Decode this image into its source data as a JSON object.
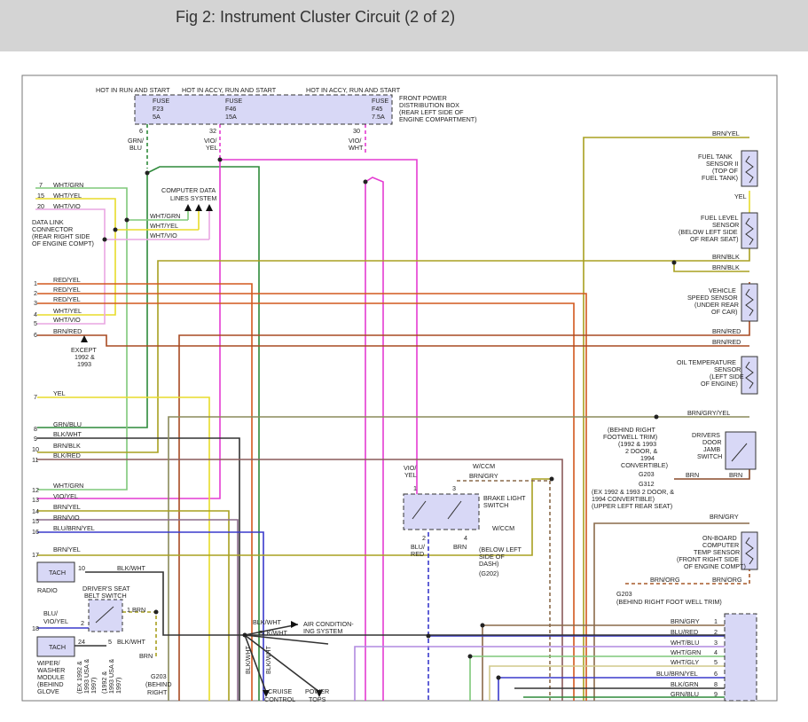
{
  "title": "Fig 2: Instrument Cluster Circuit (2 of 2)",
  "colors": {
    "fuse_fill": "#d8d8f6",
    "component_fill": "#d8d8f6",
    "header_bg": "#d4d4d4",
    "orange": "#d2581e",
    "red": "#cc2a1e",
    "pink": "#e43cd2",
    "green": "#2e8a3a",
    "light_green": "#7fc87a",
    "yellow": "#e8dc2a",
    "olive": "#a8a020",
    "brown": "#8a4a2a",
    "blue": "#3a3acc",
    "violet": "#b08ae0",
    "gray": "#9a9a9a",
    "dark": "#333333"
  },
  "top_labels": {
    "hot_run_start": "HOT IN RUN AND START",
    "hot_accy_1": "HOT IN ACCY, RUN AND START",
    "hot_accy_2": "HOT IN ACCY, RUN AND START"
  },
  "fuses": [
    {
      "name": "FUSE",
      "id": "F23",
      "amps": "5A",
      "pin": "6",
      "wire": "GRN/\nBLU"
    },
    {
      "name": "FUSE",
      "id": "F46",
      "amps": "15A",
      "pin": "32",
      "wire": "VIO/\nYEL"
    },
    {
      "name": "FUSE",
      "id": "F45",
      "amps": "7.5A",
      "pin": "30",
      "wire": "VIO/\nWHT"
    }
  ],
  "fuse_wire_labels": {
    "f23_a": "GRN/",
    "f23_b": "BLU",
    "f46_a": "VIO/",
    "f46_b": "YEL",
    "f45_a": "VIO/",
    "f45_b": "WHT"
  },
  "power_box": [
    "FRONT POWER",
    "DISTRIBUTION BOX",
    "(REAR LEFT SIDE OF",
    "ENGINE COMPARTMENT)"
  ],
  "computer_data": [
    "COMPUTER DATA",
    "LINES SYSTEM"
  ],
  "dlc": {
    "pins": [
      {
        "num": "7",
        "wire": "WHT/GRN"
      },
      {
        "num": "15",
        "wire": "WHT/YEL"
      },
      {
        "num": "20",
        "wire": "WHT/VIO"
      }
    ],
    "label": [
      "DATA LINK",
      "CONNECTOR",
      "(REAR RIGHT SIDE",
      "OF ENGINE COMPT)"
    ],
    "data_wires": [
      "WHT/GRN",
      "WHT/YEL",
      "WHT/VIO"
    ]
  },
  "left_pins": [
    {
      "num": "1",
      "wire": "RED/YEL"
    },
    {
      "num": "2",
      "wire": "RED/YEL"
    },
    {
      "num": "3",
      "wire": "RED/YEL"
    },
    {
      "num": "4",
      "wire": "WHT/YEL"
    },
    {
      "num": "5",
      "wire": "WHT/VIO"
    },
    {
      "num": "6",
      "wire": "BRN/RED"
    },
    {
      "num": "7",
      "wire": "YEL"
    },
    {
      "num": "8",
      "wire": "GRN/BLU"
    },
    {
      "num": "9",
      "wire": "BLK/WHT"
    },
    {
      "num": "10",
      "wire": "BRN/BLK"
    },
    {
      "num": "11",
      "wire": "BLK/RED"
    },
    {
      "num": "12",
      "wire": "WHT/GRN"
    },
    {
      "num": "13",
      "wire": "VIO/YEL"
    },
    {
      "num": "14",
      "wire": "BRN/YEL"
    },
    {
      "num": "15",
      "wire": "BRN/VIO"
    },
    {
      "num": "16",
      "wire": "BLU/BRN/YEL"
    },
    {
      "num": "17",
      "wire": "BRN/YEL"
    }
  ],
  "except_note": [
    "EXCEPT",
    "1992 &",
    "1993"
  ],
  "right_components": {
    "fuel_tank": {
      "wire_top": "BRN/YEL",
      "label": [
        "FUEL TANK",
        "SENSOR II",
        "(TOP OF",
        "FUEL TANK)"
      ],
      "wire_mid": "YEL"
    },
    "fuel_level": {
      "label": [
        "FUEL LEVEL",
        "SENSOR",
        "(BELOW LEFT SIDE",
        "OF REAR SEAT)"
      ],
      "wire_a": "BRN/BLK",
      "wire_b": "BRN/BLK"
    },
    "vss": {
      "label": [
        "VEHICLE",
        "SPEED SENSOR",
        "(UNDER REAR",
        "OF CAR)"
      ],
      "wire_a": "BRN/RED",
      "wire_b": "BRN/RED"
    },
    "oil_temp": {
      "label": [
        "OIL TEMPERATURE",
        "SENSOR",
        "(LEFT SIDE",
        "OF ENGINE)"
      ]
    },
    "door": {
      "wire": "BRN/GRY/YEL",
      "label": [
        "DRIVERS",
        "DOOR",
        "JAMB",
        "SWITCH"
      ],
      "note": [
        "(BEHIND RIGHT",
        "FOOTWELL TRIM)",
        "(1992 & 1993",
        "2 DOOR, &",
        "1994",
        "CONVERTIBLE)"
      ],
      "ground": "G203",
      "wire_g1": "BRN",
      "wire_g2": "BRN",
      "ground2": "G312",
      "note2": [
        "(EX 1992 & 1993 2 DOOR, &",
        "1994 CONVERTIBLE)",
        "(UPPER LEFT REAR SEAT)"
      ]
    },
    "obc": {
      "wire": "BRN/GRY",
      "label": [
        "ON-BOARD",
        "COMPUTER",
        "TEMP SENSOR",
        "(FRONT RIGHT SIDE",
        "OF ENGINE COMPT)"
      ],
      "wire_g1": "BRN/ORG",
      "wire_g2": "BRN/ORG",
      "ground": "G203",
      "ground_note": "(BEHIND RIGHT FOOT WELL TRIM)"
    }
  },
  "brake": {
    "vio_yel": [
      "VIO/",
      "YEL"
    ],
    "w_ccm_top": "W/CCM",
    "brn_gry": "BRN/GRY",
    "pins": [
      "1",
      "3",
      "2",
      "4"
    ],
    "label": [
      "BRAKE LIGHT",
      "SWITCH"
    ],
    "w_ccm_mid": "W/CCM",
    "blu_red": [
      "BLU/",
      "RED"
    ],
    "brn": "BRN",
    "below": [
      "(BELOW LEFT",
      "SIDE OF",
      "DASH)",
      "(G202)"
    ]
  },
  "bottom_left": {
    "tach_label": "TACH",
    "pin10": "10",
    "radio": "RADIO",
    "blk_wht": "BLK/WHT",
    "seat_belt": [
      "DRIVER'S SEAT",
      "BELT SWITCH"
    ],
    "seat_pin1": "1",
    "seat_brn": "BRN",
    "seat_pin2": "2",
    "blu_vio_yel": [
      "BLU/",
      "VIO/YEL"
    ],
    "pin18": "18",
    "tach2": "TACH",
    "pin24": "24",
    "pin5": "5",
    "blk_wht2": "BLK/WHT",
    "wiper": [
      "WIPER/",
      "WASHER",
      "MODULE",
      "(BEHIND",
      "GLOVE"
    ],
    "rot_a": [
      "(EX 1992 &",
      "1993 USA &",
      "1997)"
    ],
    "rot_b": [
      "(1992 &",
      "1993 USA &",
      "1997)"
    ],
    "brn_small": "BRN",
    "g203": [
      "G203",
      "(BEHIND",
      "RIGHT"
    ]
  },
  "ac": {
    "w1": "BLK/WHT",
    "w2": "BLK/WHT",
    "label": [
      "AIR CONDITION-",
      "ING SYSTEM"
    ],
    "w3": "BLK/WHT",
    "w4": "BLK/WHT",
    "cruise": [
      "CRUISE",
      "CONTROL"
    ],
    "power": [
      "POWER",
      "TOPS"
    ]
  },
  "connector_right": [
    {
      "num": "1",
      "wire": "BRN/GRY"
    },
    {
      "num": "2",
      "wire": "BLU/RED"
    },
    {
      "num": "3",
      "wire": "WHT/BLU"
    },
    {
      "num": "4",
      "wire": "WHT/GRN"
    },
    {
      "num": "5",
      "wire": "WHT/GLY"
    },
    {
      "num": "6",
      "wire": "BLU/BRN/YEL"
    },
    {
      "num": "8",
      "wire": "BLK/GRN"
    },
    {
      "num": "9",
      "wire": "GRN/BLU"
    }
  ]
}
